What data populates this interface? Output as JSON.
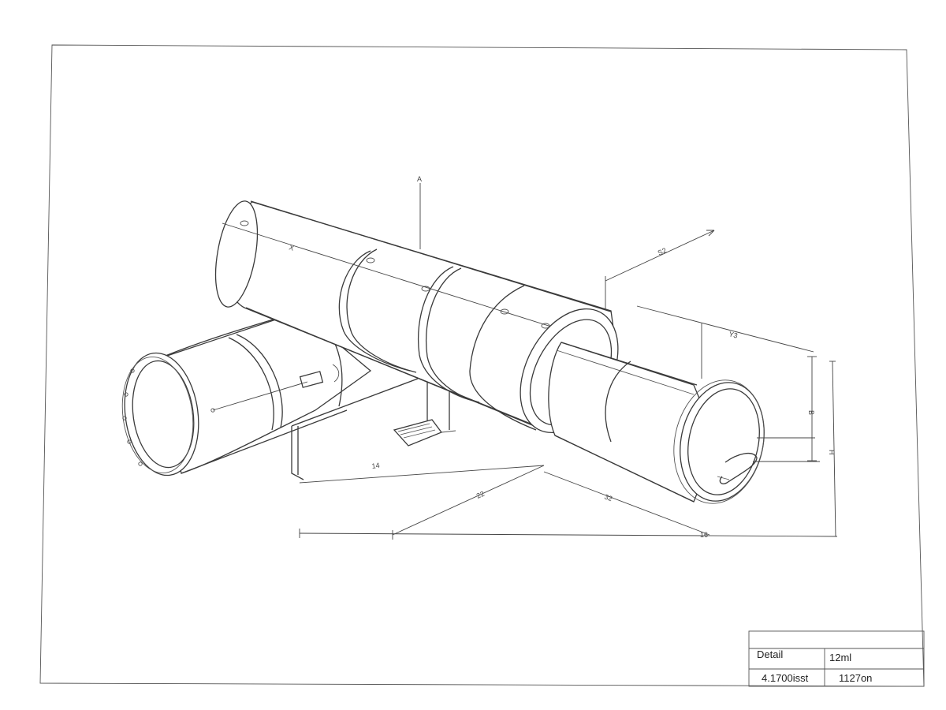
{
  "drawing": {
    "section_marker": "A",
    "dimension_labels": {
      "top_pipe": "X",
      "upper_right": "S2",
      "right_upper": "Y3",
      "right_vertical_inner": "B",
      "right_vertical_outer": "H",
      "base_left": "14",
      "base_mid": "22",
      "base_right": "32",
      "overall": "16"
    }
  },
  "title_block": {
    "label_1": "Detail",
    "value_1": "12ml",
    "label_2": "4.1700isst",
    "value_2": "1127on"
  }
}
